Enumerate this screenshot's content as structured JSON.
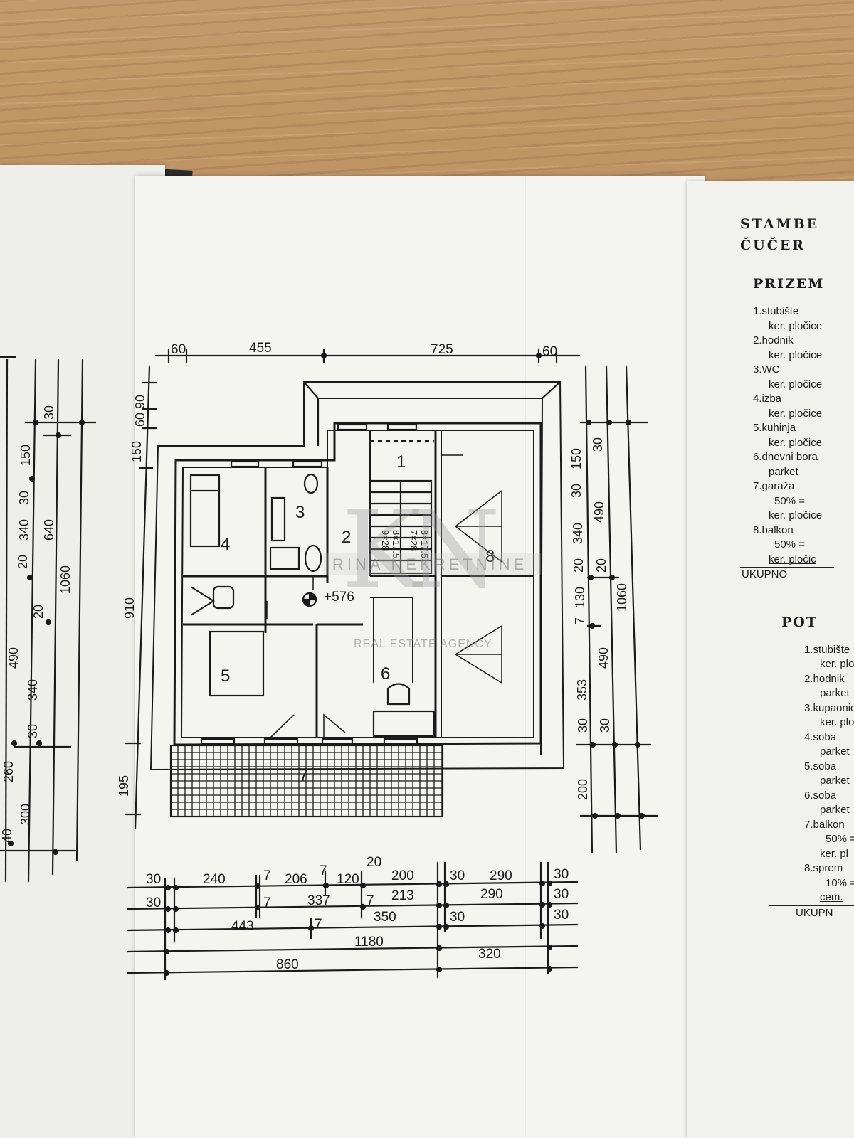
{
  "title_lines": [
    "STAMBE",
    "ČUČER"
  ],
  "sections": [
    {
      "heading": "PRIZEM",
      "offset": 18,
      "items": [
        {
          "name": "1.stubište",
          "finish": "ker. pločice"
        },
        {
          "name": "2.hodnik",
          "finish": "ker. pločice"
        },
        {
          "name": "3.WC",
          "finish": "ker. pločice"
        },
        {
          "name": "4.izba",
          "finish": "ker. pločice"
        },
        {
          "name": "5.kuhinja",
          "finish": "ker. pločice"
        },
        {
          "name": "6.dnevni bora",
          "finish": "parket"
        },
        {
          "name": "7.garaža",
          "extra": "50% =",
          "finish": "ker. pločice"
        },
        {
          "name": "8.balkon",
          "extra": "50% =",
          "finish": "ker. pločic"
        }
      ],
      "total": "UKUPNO"
    },
    {
      "heading": "POT",
      "offset": 48,
      "items": [
        {
          "name": "1.stubište",
          "finish": "ker. ploč"
        },
        {
          "name": "2.hodnik",
          "finish": "parket"
        },
        {
          "name": "3.kupaonic",
          "finish": "ker. ploč"
        },
        {
          "name": "4.soba",
          "finish": "parket"
        },
        {
          "name": "5.soba",
          "finish": "parket"
        },
        {
          "name": "6.soba",
          "finish": "parket"
        },
        {
          "name": "7.balkon",
          "extra": "50% =",
          "finish": "ker. pl"
        },
        {
          "name": "8.sprem",
          "extra": "10% =",
          "finish": "cem."
        }
      ],
      "total": "UKUPN"
    }
  ],
  "plan": {
    "top_dims": [
      "60",
      "455",
      "725",
      "60"
    ],
    "left_dims": [
      "90",
      "60",
      "150",
      "910",
      "195"
    ],
    "right_dims_inner": [
      "150",
      "30",
      "340",
      "20",
      "130",
      "7",
      "353",
      "30",
      "200"
    ],
    "right_dims_outer": [
      "30",
      "490",
      "20",
      "490",
      "30",
      "1060"
    ],
    "far_left_dims": [
      "30",
      "150",
      "30",
      "340",
      "20",
      "490",
      "340",
      "30",
      "260",
      "40",
      "300",
      "640",
      "20",
      "1060"
    ],
    "rooms": [
      "1",
      "2",
      "3",
      "4",
      "5",
      "6",
      "7",
      "8"
    ],
    "level_mark": "+576",
    "stair_labels": [
      "9×28",
      "8×17.5",
      "7×28",
      "8×17.5"
    ],
    "bottom_dims": {
      "row1": [
        "30",
        "240",
        "7",
        "206",
        "7",
        "120",
        "20",
        "200",
        "30",
        "290",
        "30"
      ],
      "row2": [
        "30",
        "7",
        "337",
        "7",
        "213",
        "290",
        "30"
      ],
      "row3": [
        "443",
        "7",
        "350",
        "30",
        "30"
      ],
      "row4": [
        "1180"
      ],
      "row5": [
        "860",
        "320"
      ]
    }
  },
  "watermark": {
    "monogram": "KN",
    "name": "RINA NEKRETNINE",
    "tagline": "REAL ESTATE AGENCY"
  }
}
